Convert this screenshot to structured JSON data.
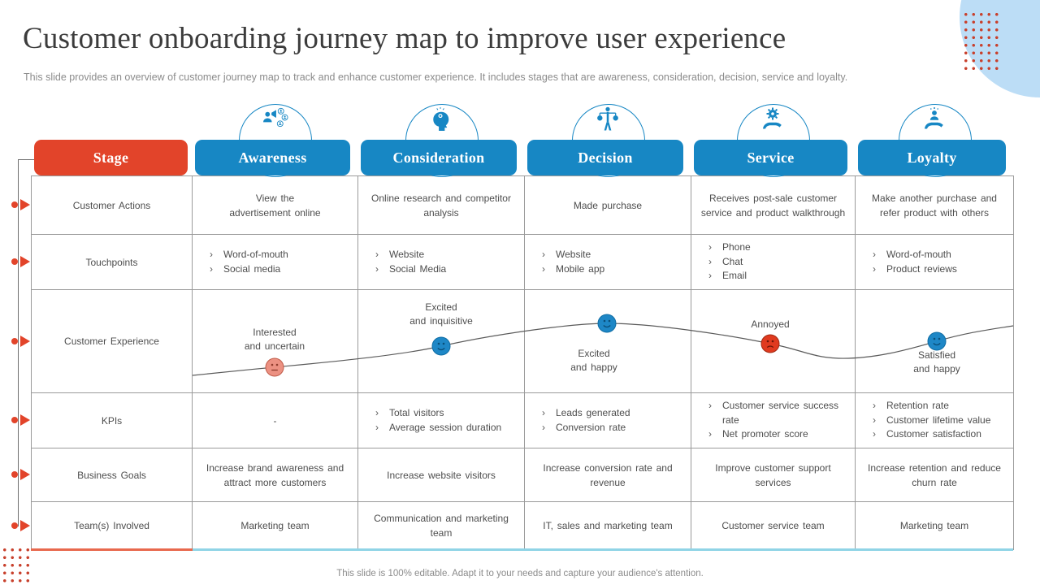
{
  "title": "Customer onboarding journey map to improve user experience",
  "subtitle": "This slide provides an overview of customer journey map to track and enhance customer experience. It includes stages that are awareness, consideration, decision, service and loyalty.",
  "footer": "This slide is 100% editable. Adapt it to your needs and capture your audience's attention.",
  "colors": {
    "accent_red": "#E2442A",
    "accent_blue": "#1787C4",
    "light_blue_circle": "#BCDDF6",
    "bottom_strip_red": "#E8694E",
    "bottom_strip_blue": "#90D4E6",
    "border_gray": "#9a9a9a",
    "text_gray": "#4d4d4d",
    "faces": {
      "happy": {
        "fill": "#1E87C6",
        "stroke": "#0E6CA4",
        "feature": "#0A4E78"
      },
      "uncertain": {
        "fill": "#EC9182",
        "stroke": "#C05C49",
        "feature": "#8E3B2C"
      },
      "annoyed": {
        "fill": "#E03A1F",
        "stroke": "#A12A13",
        "feature": "#6E1508"
      }
    }
  },
  "journey": {
    "stage_label": "Stage",
    "bullet_char": "›",
    "stages": [
      {
        "name": "Awareness",
        "icon": "audience-icon"
      },
      {
        "name": "Consideration",
        "icon": "thinking-head-icon"
      },
      {
        "name": "Decision",
        "icon": "decision-scales-icon"
      },
      {
        "name": "Service",
        "icon": "service-hand-gear-icon"
      },
      {
        "name": "Loyalty",
        "icon": "loyalty-hand-icon"
      }
    ],
    "rows": [
      {
        "label": "Customer Actions",
        "type": "text",
        "cells": [
          "View the\nadvertisement online",
          "Online research and competitor analysis",
          "Made purchase",
          "Receives post-sale customer service and product walkthrough",
          "Make another purchase and refer product with others"
        ]
      },
      {
        "label": "Touchpoints",
        "type": "mixed",
        "cells": [
          [
            "Word-of-mouth",
            "Social media"
          ],
          [
            "Website",
            "Social Media"
          ],
          [
            "Website",
            "Mobile app"
          ],
          [
            "Phone",
            "Chat",
            "Email"
          ],
          [
            "Word-of-mouth",
            "Product reviews"
          ]
        ]
      },
      {
        "label": "Customer Experience",
        "type": "experience",
        "cells": [
          "",
          "",
          "",
          "",
          ""
        ]
      },
      {
        "label": "KPIs",
        "type": "mixed",
        "cells": [
          "-",
          [
            "Total visitors",
            "Average session duration"
          ],
          [
            "Leads generated",
            "Conversion rate"
          ],
          [
            "Customer service success rate",
            "Net promoter score"
          ],
          [
            "Retention rate",
            "Customer lifetime value",
            "Customer satisfaction"
          ]
        ]
      },
      {
        "label": "Business Goals",
        "type": "text",
        "cells": [
          "Increase brand awareness and attract more customers",
          "Increase website visitors",
          "Increase conversion rate and revenue",
          "Improve  customer support services",
          "Increase retention and reduce churn rate"
        ]
      },
      {
        "label": "Team(s) Involved",
        "type": "text",
        "cells": [
          "Marketing team",
          "Communication and marketing team",
          "IT, sales and marketing team",
          "Customer service team",
          "Marketing team"
        ]
      }
    ],
    "experience_points": [
      {
        "stage": "Awareness",
        "label": "Interested\nand uncertain",
        "mood": "uncertain",
        "label_position": "above"
      },
      {
        "stage": "Consideration",
        "label": "Excited\nand inquisitive",
        "mood": "happy",
        "label_position": "above"
      },
      {
        "stage": "Decision",
        "label": "Excited\nand happy",
        "mood": "happy",
        "label_position": "below"
      },
      {
        "stage": "Service",
        "label": "Annoyed",
        "mood": "annoyed",
        "label_position": "above"
      },
      {
        "stage": "Loyalty",
        "label": "Satisfied\nand happy",
        "mood": "happy",
        "label_position": "below"
      }
    ]
  }
}
